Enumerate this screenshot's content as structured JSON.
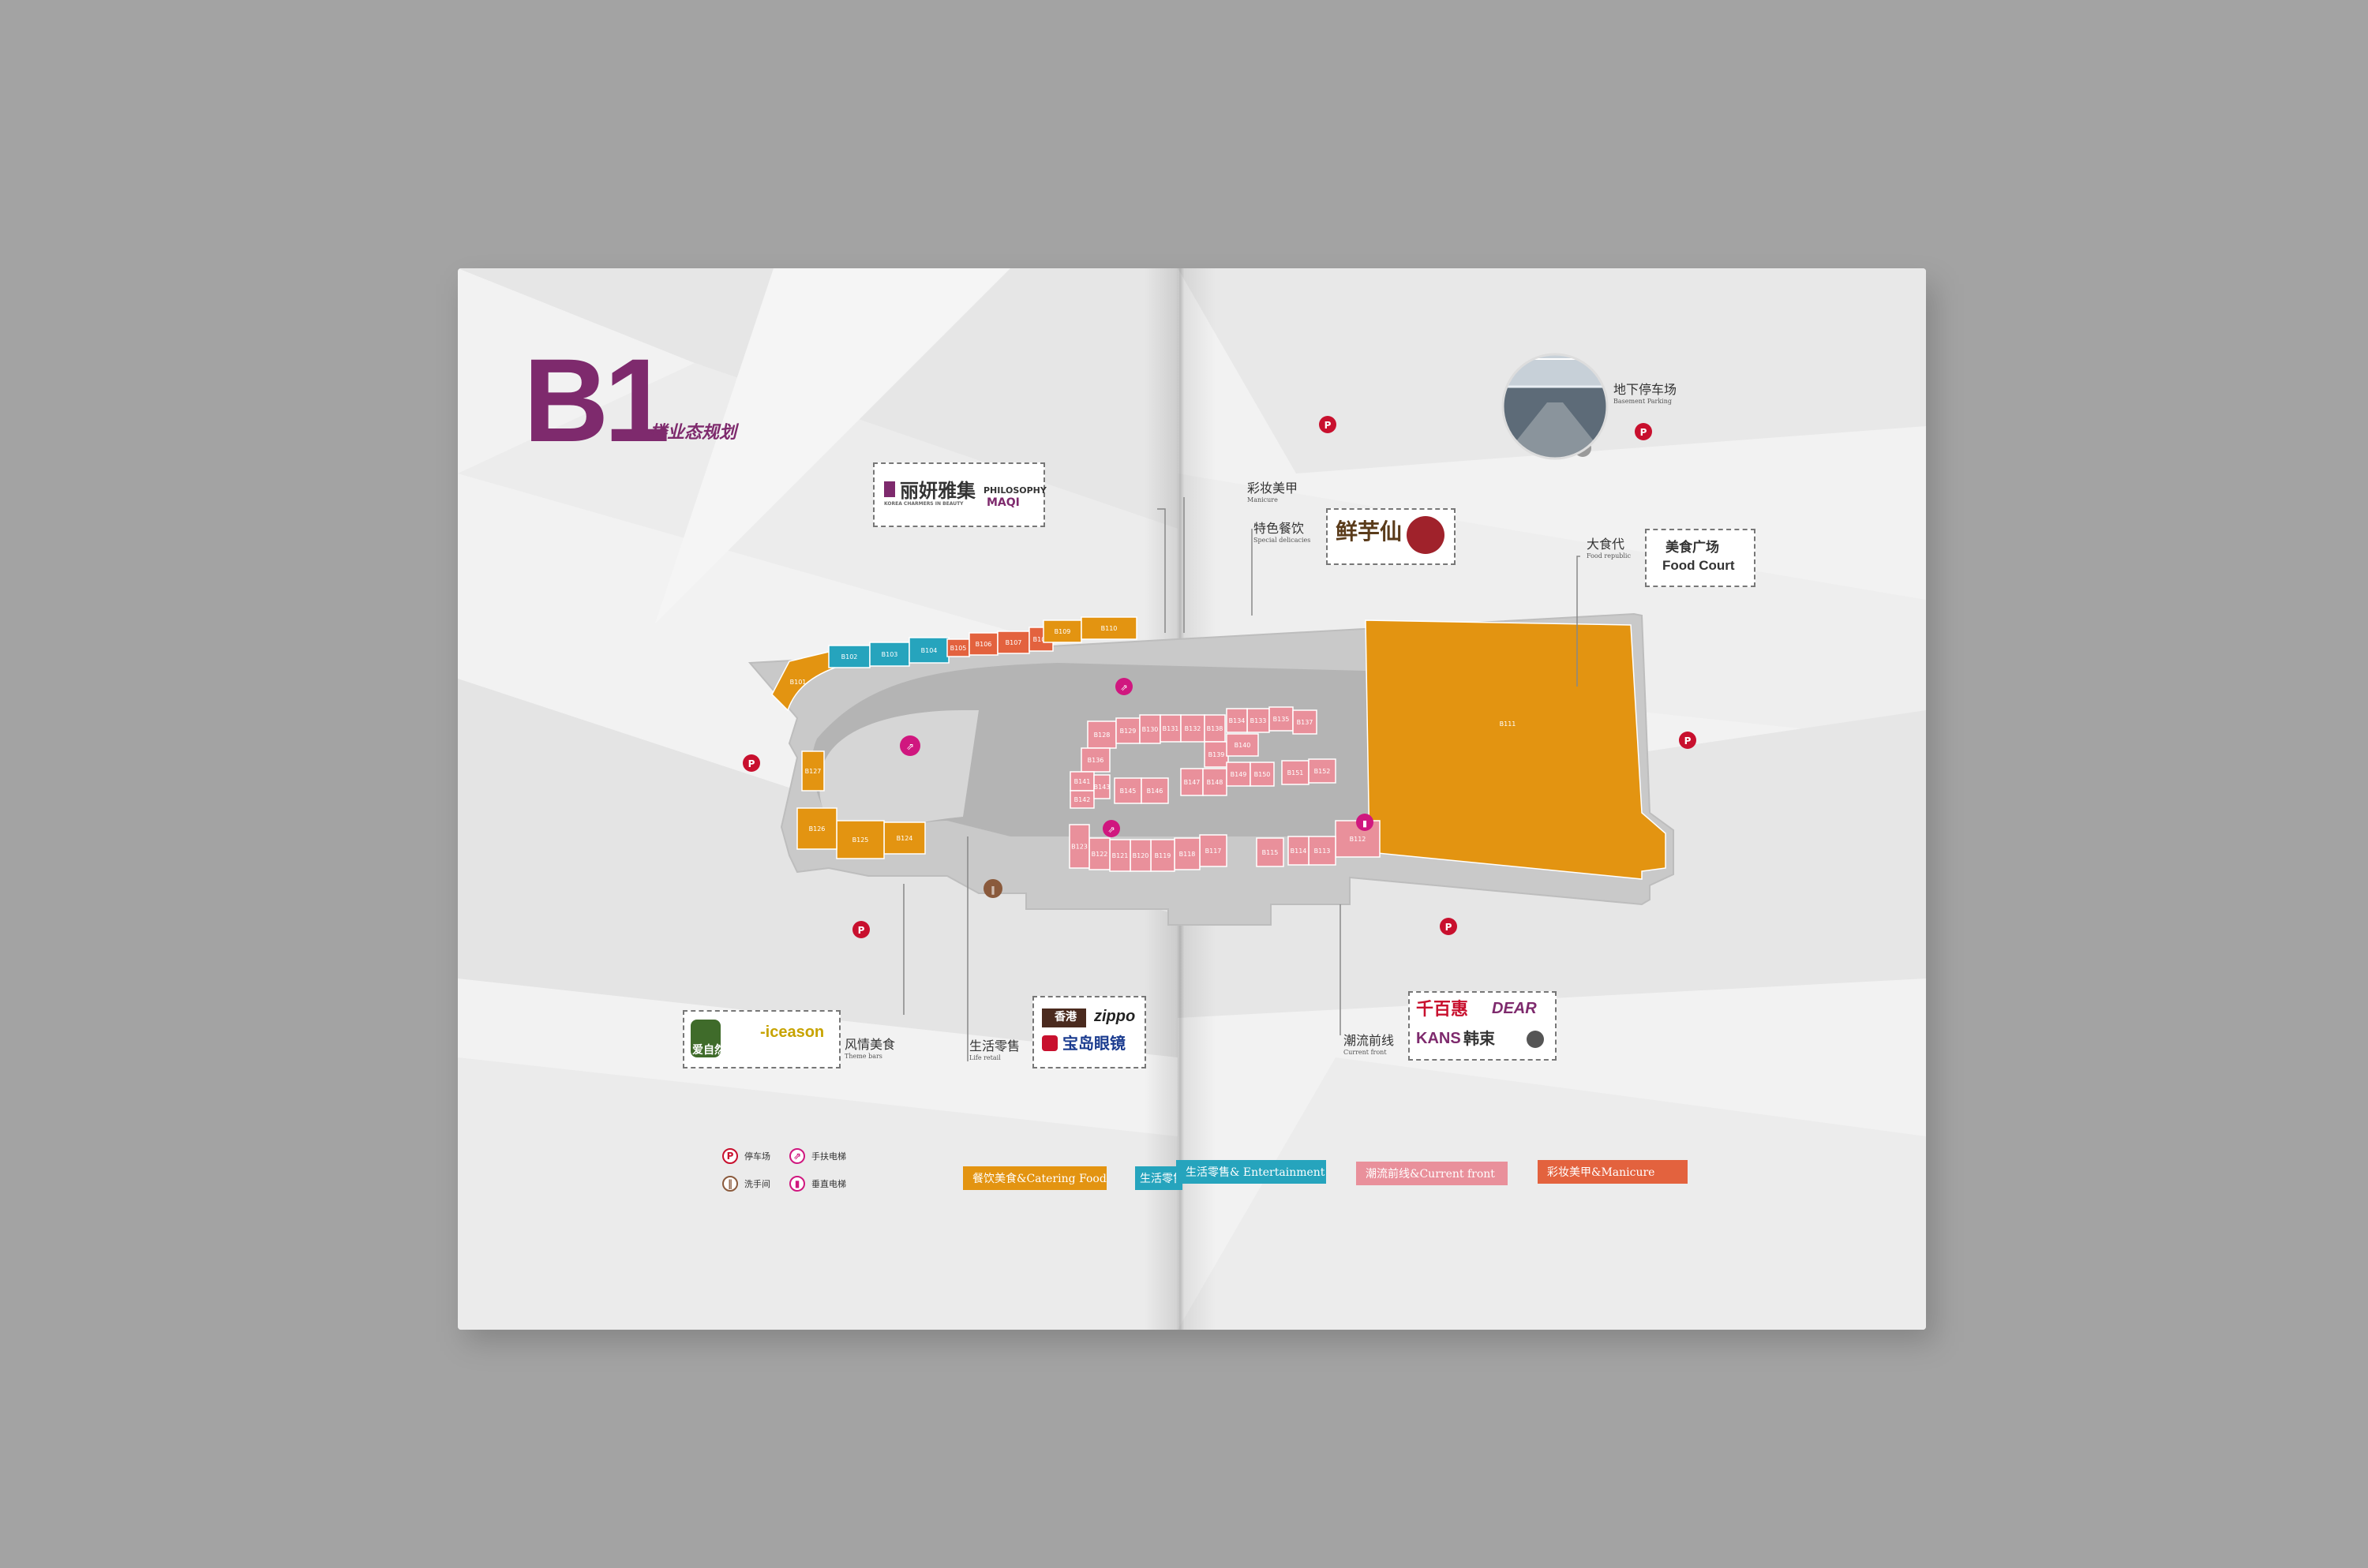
{
  "title": {
    "floor": "B1",
    "subtitle": "楼业态规划"
  },
  "colors": {
    "catering": "#e39411",
    "retail": "#26a4bd",
    "current": "#e9909b",
    "manicure": "#e3623e",
    "purple": "#7e2a6d",
    "parking": "#c8102e",
    "elevator": "#d0177f"
  },
  "callouts": {
    "manicure": {
      "cn": "彩妆美甲",
      "en": "Manicure"
    },
    "special": {
      "cn": "特色餐饮",
      "en": "Special delicacies"
    },
    "food_republic": {
      "cn": "大食代",
      "en": "Food republic"
    },
    "parking": {
      "cn": "地下停车场",
      "en": "Basement Parking"
    },
    "theme_bars": {
      "cn": "风情美食",
      "en": "Theme bars"
    },
    "life_retail": {
      "cn": "生活零售",
      "en": "Life retail"
    },
    "current_front": {
      "cn": "潮流前线",
      "en": "Current front"
    }
  },
  "brands": {
    "manicure_1": "丽妍雅集",
    "manicure_1_en": "KOREA CHARMERS IN BEAUTY",
    "manicure_2": "PHILOSOPHY",
    "manicure_3": "MAQI",
    "special_1": "鲜芋仙",
    "food_court_cn": "美食广场",
    "food_court_en": "Food Court",
    "theme_1": "爱自然",
    "theme_2": "-iceason",
    "retail_1": "香港",
    "retail_2": "zippo",
    "retail_3": "宝岛眼镜",
    "current_1": "千百惠",
    "current_2": "DEAR",
    "current_3": "KANS",
    "current_4": "韩束"
  },
  "units": [
    {
      "id": "B101",
      "cat": "catering"
    },
    {
      "id": "B102",
      "cat": "retail"
    },
    {
      "id": "B103",
      "cat": "retail"
    },
    {
      "id": "B104",
      "cat": "retail"
    },
    {
      "id": "B105",
      "cat": "manicure"
    },
    {
      "id": "B106",
      "cat": "manicure"
    },
    {
      "id": "B107",
      "cat": "manicure"
    },
    {
      "id": "B108",
      "cat": "manicure"
    },
    {
      "id": "B109",
      "cat": "catering"
    },
    {
      "id": "B110",
      "cat": "catering"
    },
    {
      "id": "B111",
      "cat": "catering"
    },
    {
      "id": "B112",
      "cat": "current"
    },
    {
      "id": "B113",
      "cat": "current"
    },
    {
      "id": "B114",
      "cat": "current"
    },
    {
      "id": "B115",
      "cat": "current"
    },
    {
      "id": "B117",
      "cat": "current"
    },
    {
      "id": "B118",
      "cat": "current"
    },
    {
      "id": "B119",
      "cat": "current"
    },
    {
      "id": "B120",
      "cat": "current"
    },
    {
      "id": "B121",
      "cat": "current"
    },
    {
      "id": "B122",
      "cat": "current"
    },
    {
      "id": "B123",
      "cat": "current"
    },
    {
      "id": "B124",
      "cat": "catering"
    },
    {
      "id": "B125",
      "cat": "catering"
    },
    {
      "id": "B126",
      "cat": "catering"
    },
    {
      "id": "B127",
      "cat": "catering"
    },
    {
      "id": "B128",
      "cat": "current"
    },
    {
      "id": "B129",
      "cat": "current"
    },
    {
      "id": "B130",
      "cat": "current"
    },
    {
      "id": "B131",
      "cat": "current"
    },
    {
      "id": "B132",
      "cat": "current"
    },
    {
      "id": "B133",
      "cat": "current"
    },
    {
      "id": "B134",
      "cat": "current"
    },
    {
      "id": "B135",
      "cat": "current"
    },
    {
      "id": "B136",
      "cat": "current"
    },
    {
      "id": "B137",
      "cat": "current"
    },
    {
      "id": "B138",
      "cat": "current"
    },
    {
      "id": "B139",
      "cat": "current"
    },
    {
      "id": "B140",
      "cat": "current"
    },
    {
      "id": "B141",
      "cat": "current"
    },
    {
      "id": "B142",
      "cat": "current"
    },
    {
      "id": "B143",
      "cat": "current"
    },
    {
      "id": "B145",
      "cat": "current"
    },
    {
      "id": "B146",
      "cat": "current"
    },
    {
      "id": "B147",
      "cat": "current"
    },
    {
      "id": "B148",
      "cat": "current"
    },
    {
      "id": "B149",
      "cat": "current"
    },
    {
      "id": "B150",
      "cat": "current"
    },
    {
      "id": "B151",
      "cat": "current"
    },
    {
      "id": "B152",
      "cat": "current"
    }
  ],
  "legend": {
    "parking": "停车场",
    "escalator": "手扶电梯",
    "restroom": "洗手间",
    "elevator": "垂直电梯",
    "p_symbol": "P"
  },
  "categories": [
    {
      "label": "餐饮美食&Catering Food",
      "color": "#e39411"
    },
    {
      "label": "生活零售",
      "color": "#26a4bd"
    },
    {
      "label": "生活零售& Entertainment",
      "color": "#26a4bd"
    },
    {
      "label": "潮流前线&Current front",
      "color": "#e9909b"
    },
    {
      "label": "彩妆美甲&Manicure",
      "color": "#e3623e"
    }
  ]
}
